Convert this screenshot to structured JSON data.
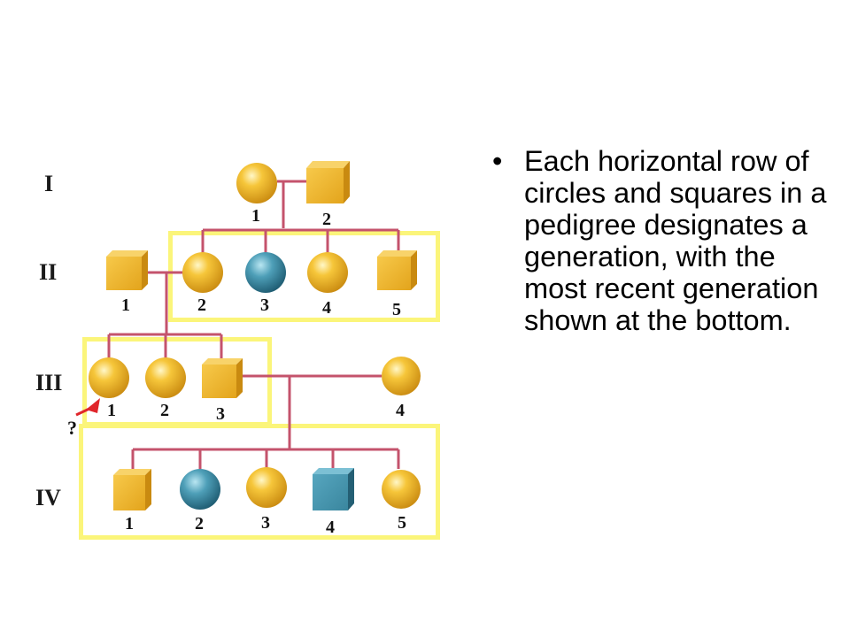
{
  "generation_labels": [
    "I",
    "II",
    "III",
    "IV"
  ],
  "individuals": {
    "I": [
      {
        "n": "1",
        "shape": "circle",
        "color": "yellow"
      },
      {
        "n": "2",
        "shape": "square",
        "color": "yellow"
      }
    ],
    "II": [
      {
        "n": "1",
        "shape": "square",
        "color": "yellow"
      },
      {
        "n": "2",
        "shape": "circle",
        "color": "yellow"
      },
      {
        "n": "3",
        "shape": "circle",
        "color": "blue"
      },
      {
        "n": "4",
        "shape": "circle",
        "color": "yellow"
      },
      {
        "n": "5",
        "shape": "square",
        "color": "yellow"
      }
    ],
    "III": [
      {
        "n": "1",
        "shape": "circle",
        "color": "yellow"
      },
      {
        "n": "2",
        "shape": "circle",
        "color": "yellow"
      },
      {
        "n": "3",
        "shape": "square",
        "color": "yellow"
      },
      {
        "n": "4",
        "shape": "circle",
        "color": "yellow"
      }
    ],
    "IV": [
      {
        "n": "1",
        "shape": "square",
        "color": "yellow"
      },
      {
        "n": "2",
        "shape": "circle",
        "color": "blue"
      },
      {
        "n": "3",
        "shape": "circle",
        "color": "yellow"
      },
      {
        "n": "4",
        "shape": "square",
        "color": "blue"
      },
      {
        "n": "5",
        "shape": "circle",
        "color": "yellow"
      }
    ]
  },
  "question_mark": "?",
  "bullet_symbol": "•",
  "bullet_text": "Each horizontal row of circles and squares in a pedigree designates a generation, with the most recent generation shown at the bottom.",
  "colors": {
    "unaffected": "#f2b92a",
    "affected": "#3c8ea8",
    "lines": "#c4536c",
    "highlight_box": "#fbf57a",
    "arrow": "#e0262b"
  }
}
